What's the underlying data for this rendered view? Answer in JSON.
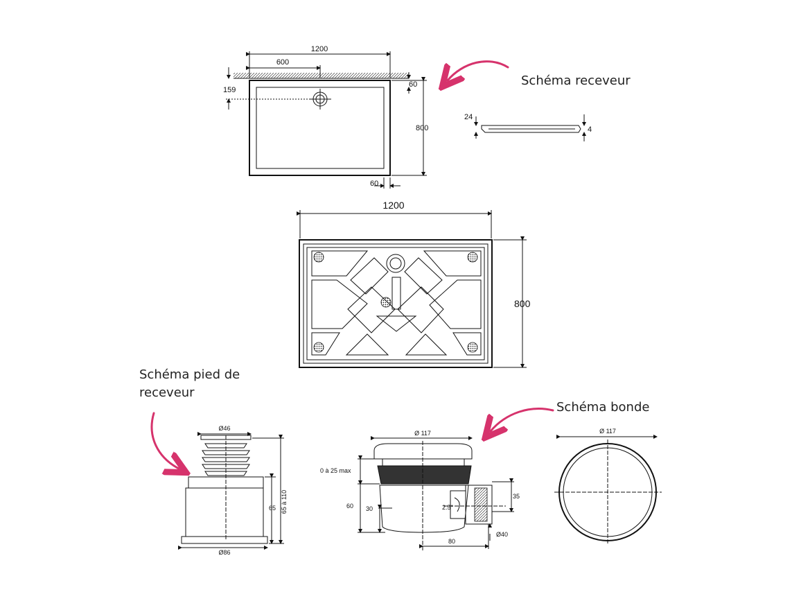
{
  "labels": {
    "receveur": "Schéma receveur",
    "pied": "Schéma pied de",
    "pied2": "receveur",
    "bonde": "Schéma bonde"
  },
  "top_plan": {
    "width": "1200",
    "half": "600",
    "depth": "800",
    "offset_left": "159",
    "offset_right": "60",
    "offset_bottom": "60"
  },
  "profile": {
    "h1": "24",
    "h2": "4"
  },
  "bottom_plan": {
    "width": "1200",
    "depth": "800"
  },
  "foot": {
    "top": "Ø46",
    "height_range": "65 à 110",
    "height": "65",
    "base": "Ø86"
  },
  "drain_side": {
    "diam": "Ø 117",
    "adjust": "0 à 25 max",
    "h60": "60",
    "h30": "30",
    "h35": "35",
    "angle": "2.5°",
    "length": "80",
    "outlet": "Ø40"
  },
  "drain_top": {
    "diam": "Ø 117"
  },
  "colors": {
    "accent": "#d6336c",
    "line": "#111111"
  }
}
